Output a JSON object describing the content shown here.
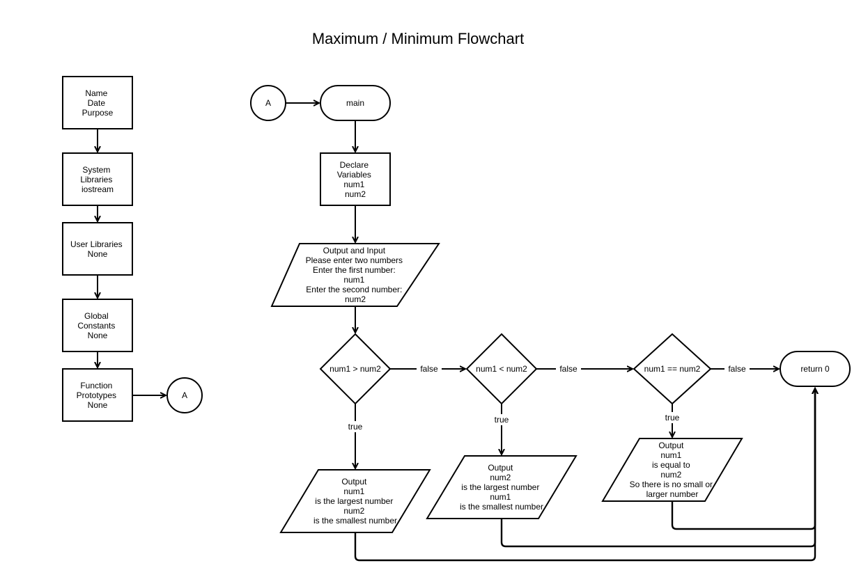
{
  "title": "Maximum / Minimum Flowchart",
  "left_column": [
    {
      "id": "header",
      "lines": [
        "Name",
        "Date",
        "Purpose"
      ]
    },
    {
      "id": "system-libraries",
      "lines": [
        "System",
        "Libraries",
        "iostream"
      ]
    },
    {
      "id": "user-libraries",
      "lines": [
        "User Libraries",
        "None"
      ]
    },
    {
      "id": "global-constants",
      "lines": [
        "Global",
        "Constants",
        "None"
      ]
    },
    {
      "id": "function-prototypes",
      "lines": [
        "Function",
        "Prototypes",
        "None"
      ]
    }
  ],
  "connector_label": "A",
  "start_label": "main",
  "declare_lines": [
    "Declare",
    "Variables",
    "num1",
    "num2"
  ],
  "io_lines": [
    "Output and Input",
    "Please enter two numbers",
    "Enter the first number:",
    "num1",
    "Enter the second number:",
    "num2"
  ],
  "decisions": [
    "num1 > num2",
    "num1 < num2",
    "num1 == num2"
  ],
  "edge_labels": {
    "false": "false",
    "true": "true"
  },
  "outputs": [
    [
      "Output",
      "num1",
      "is the largest number",
      "num2",
      "is the smallest number"
    ],
    [
      "Output",
      "num2",
      "is the largest number",
      "num1",
      "is the smallest number"
    ],
    [
      "Output",
      "num1",
      "is equal to",
      "num2",
      "So there is no small or",
      "larger number"
    ]
  ],
  "end_label": "return 0"
}
